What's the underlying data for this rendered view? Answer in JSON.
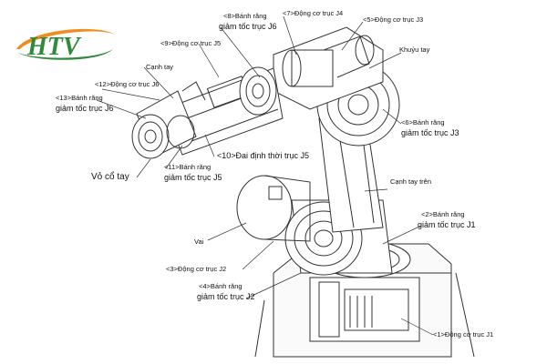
{
  "logo": {
    "text": "HTV",
    "colors": {
      "green": "#2f8a3a",
      "orange": "#f28c1f"
    }
  },
  "labels": {
    "l8a": "<8>Bánh răng",
    "l8b": "giảm tốc trục J6",
    "l7": "<7>Động cơ trục J4",
    "l5": "<5>Động cơ trục J3",
    "l9": "<9>Động cơ trục J5",
    "khuyu": "Khuỷu tay",
    "canh": "Cạnh tay",
    "l12": "<12>Động cơ trục J6",
    "l13a": "<13>Bánh răng",
    "l13b": "giảm tốc trục J6",
    "l6a": "<6>Bánh răng",
    "l6b": "giảm tốc trục J3",
    "l10": "<10>Đai định thời trục J5",
    "l11a": "<11>Bánh răng",
    "l11b": "giảm tốc trục J5",
    "voco": "Vỏ cổ tay",
    "canhtren": "Cạnh tay trên",
    "l2a": "<2>Bánh răng",
    "l2b": "giảm tốc trục J1",
    "vai": "Vai",
    "l3": "<3>Động cơ trục J2",
    "l4a": "<4>Bánh răng",
    "l4b": "giảm tốc trục J2",
    "l1": "<1>Động cơ trục J1"
  }
}
